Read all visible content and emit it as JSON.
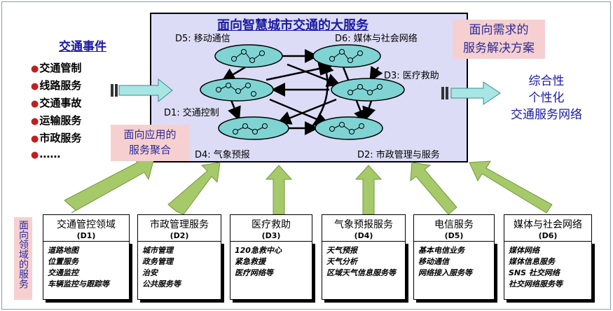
{
  "main_title": "面向智慧城市交通的大服务",
  "events": {
    "title": "交通事件",
    "items": [
      "交通管制",
      "线路服务",
      "交通事故",
      "运输服务",
      "市政服务",
      "……"
    ]
  },
  "callouts": {
    "demand": [
      "面向需求的",
      "服务解决方案"
    ],
    "application": [
      "面向应用的",
      "服务聚合"
    ],
    "side": "面向领域的服务"
  },
  "node_labels": {
    "d5": "D5: 移动通信",
    "d6": "D6: 媒体与社会网络",
    "d3": "D3: 医疗救助",
    "d1": "D1: 交通控制",
    "d4": "D4: 气象预报",
    "d2": "D2: 市政管理与服务"
  },
  "output": [
    "综合性",
    "个性化",
    "交通服务网络"
  ],
  "domains": [
    {
      "name": "交通管控领域",
      "code": "(D1)",
      "items": [
        "道路地图",
        "位置服务",
        "交通监控",
        "车辆监控与跟踪等"
      ]
    },
    {
      "name": "市政管理服务",
      "code": "(D2)",
      "items": [
        "城市管理",
        "政务管理",
        "治安",
        "公共服务等"
      ]
    },
    {
      "name": "医疗救助",
      "code": "(D3)",
      "items": [
        "120急救中心",
        "紧急救援",
        "医疗网络等"
      ]
    },
    {
      "name": "气象预报服务",
      "code": "(D4)",
      "items": [
        "天气预报",
        "天气分析",
        "区域天气信息服务等"
      ]
    },
    {
      "name": "电信服务",
      "code": "(D5)",
      "items": [
        "基本电信业务",
        "移动通信",
        "网络接入服务等"
      ]
    },
    {
      "name": "媒体与社会网络",
      "code": "(D6)",
      "items": [
        "媒体网络",
        "媒体信息服务",
        "SNS 社交网络",
        "社交网络服务等"
      ]
    }
  ],
  "colors": {
    "ellipse_fill": "#7fd3d3",
    "arrow_fill": "#a6c96a",
    "cyan_arrow": "#a8e6e6",
    "title_blue": "#1a1aa6",
    "pink": "#f6d0d0"
  }
}
